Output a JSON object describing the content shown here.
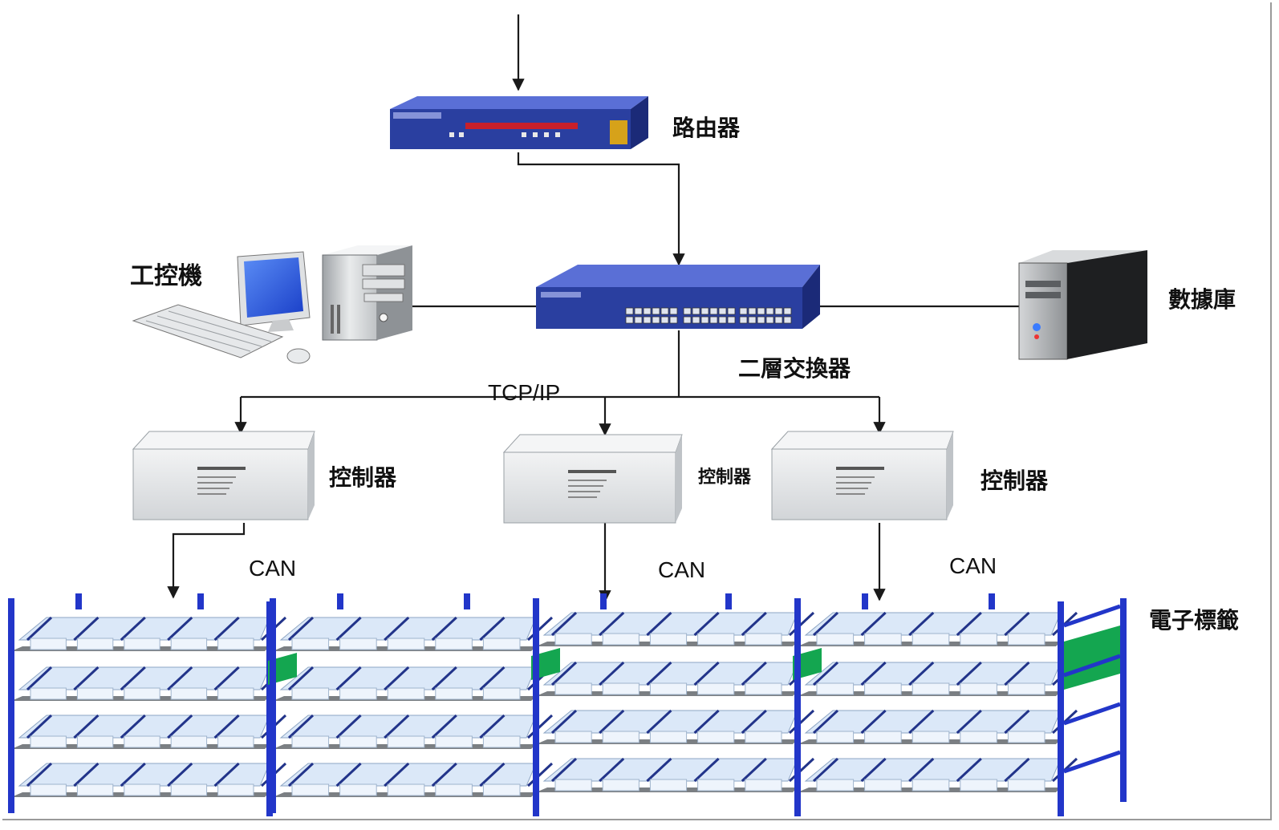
{
  "diagram": {
    "nodes": {
      "router": {
        "label": "路由器"
      },
      "switch": {
        "label": "二層交換器"
      },
      "ipc": {
        "label": "工控機"
      },
      "database": {
        "label": "數據庫"
      },
      "controllers": [
        {
          "label": "控制器"
        },
        {
          "label": "控制器"
        },
        {
          "label": "控制器"
        }
      ],
      "shelves": {
        "label": "電子標籤"
      }
    },
    "links": {
      "ethernet_label": "TCP/IP",
      "can_labels": [
        "CAN",
        "CAN",
        "CAN"
      ]
    },
    "colors": {
      "device_blue": "#2a3fa0",
      "rack_blue": "#2236c9",
      "tag_light": "#dbe8f8",
      "rack_green": "#14a650",
      "controller_grey": "#e4e6e8",
      "line": "#1a1a1a"
    }
  }
}
